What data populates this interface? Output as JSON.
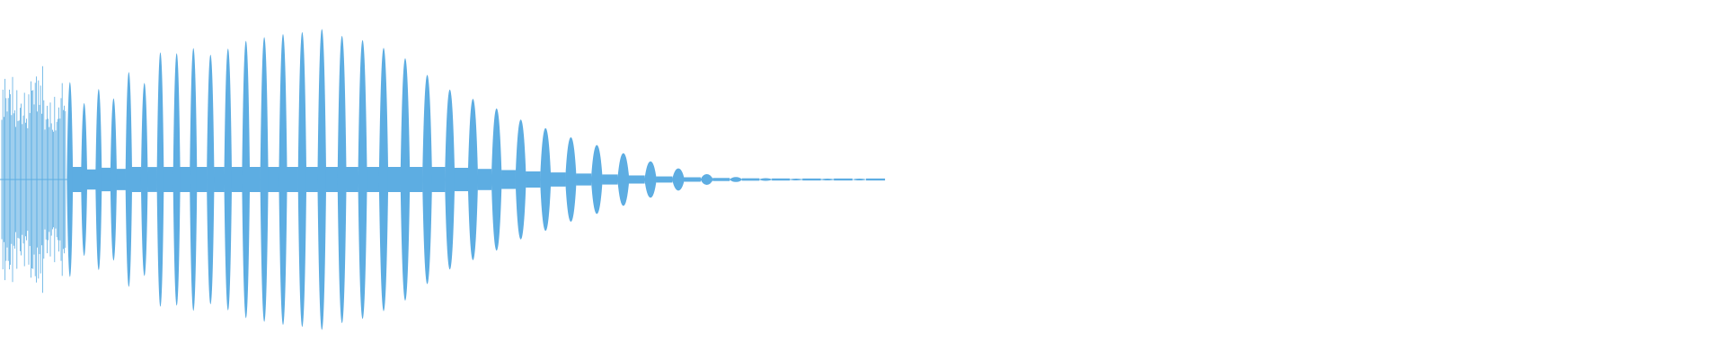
{
  "waveform": {
    "color": "#5dade2",
    "background": "#ffffff",
    "samples": [
      0.72,
      0.6,
      0.78,
      0.55,
      0.7,
      0.48,
      0.62,
      0.5,
      0.74,
      0.58,
      0.86,
      0.8,
      0.9,
      0.84,
      0.82,
      0.88,
      0.92,
      0.94,
      0.96,
      0.97,
      0.98,
      1.0,
      0.96,
      0.94,
      0.92,
      0.88,
      0.84,
      0.78,
      0.7,
      0.62,
      0.58,
      0.54,
      0.5,
      0.46,
      0.41,
      0.37,
      0.34,
      0.3,
      0.27,
      0.24,
      0.21,
      0.18,
      0.15,
      0.12,
      0.09,
      0.07,
      0.05,
      0.03,
      0.02,
      0.015,
      0.01,
      0.008,
      0.006,
      0.004,
      0.003,
      0.002,
      0.001
    ]
  }
}
